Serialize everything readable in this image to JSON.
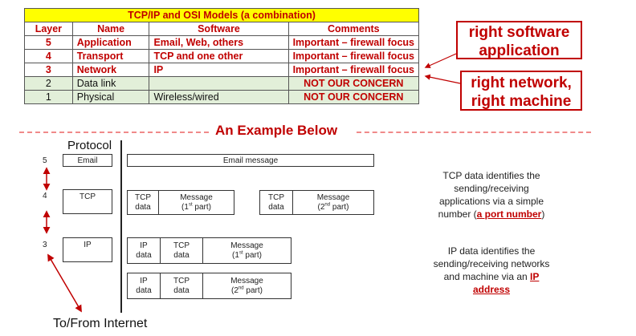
{
  "table": {
    "title": "TCP/IP and OSI Models (a combination)",
    "headers": [
      "Layer",
      "Name",
      "Software",
      "Comments"
    ],
    "rows": [
      {
        "layer": "5",
        "name": "Application",
        "software": "Email, Web, others",
        "comment": "Important  – firewall focus"
      },
      {
        "layer": "4",
        "name": "Transport",
        "software": "TCP and one other",
        "comment": "Important  – firewall focus"
      },
      {
        "layer": "3",
        "name": "Network",
        "software": "IP",
        "comment": "Important  – firewall focus"
      },
      {
        "layer": "2",
        "name": "Data link",
        "software": "",
        "comment": "NOT OUR CONCERN"
      },
      {
        "layer": "1",
        "name": "Physical",
        "software": "Wireless/wired",
        "comment": "NOT OUR CONCERN"
      }
    ]
  },
  "callouts": {
    "software": [
      "right software",
      "application"
    ],
    "network": [
      "right network,",
      "right machine"
    ]
  },
  "example_title": "An Example Below",
  "protocol_label": "Protocol",
  "layers": [
    {
      "num": "5",
      "protocol": "Email"
    },
    {
      "num": "4",
      "protocol": "TCP"
    },
    {
      "num": "3",
      "protocol": "IP"
    }
  ],
  "packets": {
    "email": "Email message",
    "tcp_data": [
      "TCP",
      "data"
    ],
    "ip_data": [
      "IP",
      "data"
    ],
    "message": "Message",
    "part1": [
      "(1",
      "st",
      " part)"
    ],
    "part2": [
      "(2",
      "nd",
      " part)"
    ]
  },
  "notes": {
    "tcp": {
      "text": [
        "TCP data identifies the",
        "sending/receiving",
        "applications via a simple",
        "number ("
      ],
      "link": "a port number",
      "after": ")"
    },
    "ip": {
      "text": [
        "IP data identifies the",
        "sending/receiving networks",
        "and machine via an "
      ],
      "link": [
        "IP",
        "address"
      ]
    }
  },
  "internet_label": "To/From Internet",
  "colors": {
    "accent": "#c00000",
    "title_fill": "#ffff00",
    "lower_rows_fill": "#e2efd9",
    "divider": "#f08a8a"
  }
}
